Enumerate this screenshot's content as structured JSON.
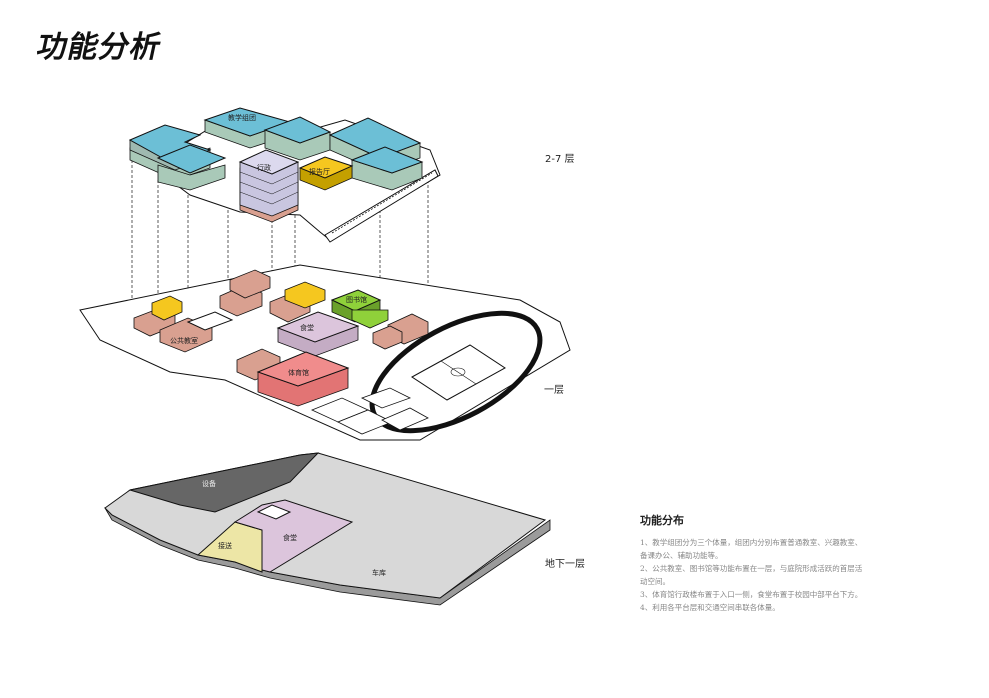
{
  "title": "功能分析",
  "levels": {
    "upper": "2-7 层",
    "ground": "一层",
    "basement": "地下一层"
  },
  "upper_labels": {
    "teaching_group": "教学组团",
    "admin": "行政",
    "auditorium": "报告厅"
  },
  "ground_labels": {
    "public_classroom": "公共教室",
    "library": "图书馆",
    "canteen": "食堂",
    "gym": "体育馆"
  },
  "basement_labels": {
    "equipment": "设备",
    "pickup": "接送",
    "canteen": "食堂",
    "garage": "车库"
  },
  "info": {
    "title": "功能分布",
    "items": [
      "1、教学组团分为三个体量，组团内分别布置普通教室、兴趣教室、",
      "备课办公、辅助功能等。",
      "2、公共教室、图书馆等功能布置在一层，与庭院形成活跃的首层活",
      "动空间。",
      "3、体育馆行政楼布置于入口一侧，食堂布置于校园中部平台下方。",
      "4、利用各平台层和交通空间串联各体量。"
    ]
  },
  "colors": {
    "teaching": "#6cbfd6",
    "admin": "#c9c6e0",
    "auditorium": "#f5c71f",
    "library": "#8fd13a",
    "canteen": "#dcc5dc",
    "gym": "#f08c8c",
    "brick": "#d9a090",
    "pickup": "#ede6a6",
    "equipment": "#666666",
    "garage": "#d8d8d8"
  }
}
